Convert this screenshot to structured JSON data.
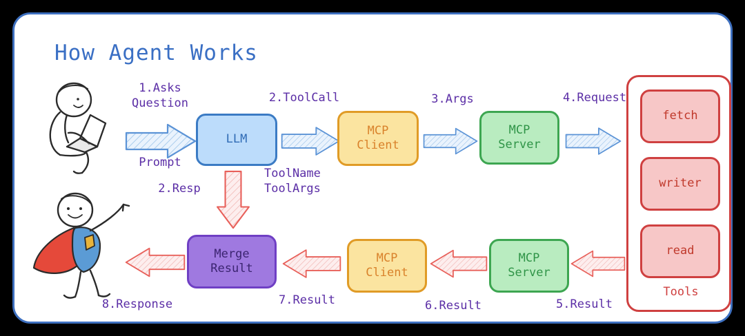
{
  "diagram": {
    "title": "How Agent Works",
    "frame_border_color": "#3d6fbf",
    "background": "#000000",
    "canvas": "#ffffff"
  },
  "nodes": [
    {
      "id": "llm",
      "label": "LLM",
      "fill": "#bcdcfb",
      "stroke": "#3b7bc4",
      "text_color": "#2f6bb5"
    },
    {
      "id": "mcp_client_top",
      "label": "MCP\nClient",
      "fill": "#fbe4a0",
      "stroke": "#e09b26",
      "text_color": "#d9822b"
    },
    {
      "id": "mcp_server_top",
      "label": "MCP\nServer",
      "fill": "#b9ecc0",
      "stroke": "#3da651",
      "text_color": "#2f9447"
    },
    {
      "id": "merge",
      "label": "Merge\nResult",
      "fill": "#9f79e0",
      "stroke": "#6f3fc4",
      "text_color": "#3b2470"
    },
    {
      "id": "mcp_client_bottom",
      "label": "MCP\nClient",
      "fill": "#fbe4a0",
      "stroke": "#e09b26",
      "text_color": "#d9822b"
    },
    {
      "id": "mcp_server_bottom",
      "label": "MCP\nServer",
      "fill": "#b9ecc0",
      "stroke": "#3da651",
      "text_color": "#2f9447"
    }
  ],
  "tools": {
    "panel_label": "Tools",
    "panel_color": "#cf4040",
    "items": [
      {
        "label": "fetch"
      },
      {
        "label": "writer"
      },
      {
        "label": "read"
      }
    ]
  },
  "labels": {
    "step1": "1.Asks\nQuestion",
    "prompt": "Prompt",
    "step2_toolcall": "2.ToolCall",
    "toolname_args": "ToolName\nToolArgs",
    "step3_args": "3.Args",
    "step4_request": "4.Request",
    "step2_resp": "2.Resp",
    "step5_result": "5.Result",
    "step6_result": "6.Result",
    "step7_result": "7.Result",
    "step8_response": "8.Response",
    "label_color": "#5b2ea6"
  },
  "figures": [
    {
      "id": "user-with-laptop",
      "name": "person-sitting-with-laptop"
    },
    {
      "id": "hero-user",
      "name": "superhero-stick-figure",
      "cape_color": "#e5493a",
      "shirt_color": "#5b9bd5",
      "emblem_color": "#e8b33c"
    }
  ],
  "arrow_colors": {
    "forward": "#5b93d6",
    "return": "#e8605a"
  }
}
